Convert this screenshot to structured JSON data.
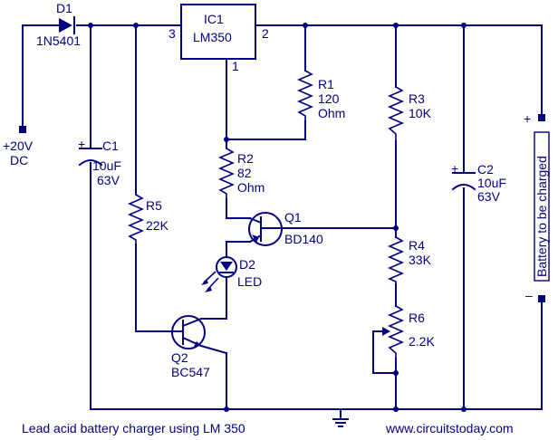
{
  "components": {
    "d1": {
      "ref": "D1",
      "part": "1N5401"
    },
    "ic1": {
      "ref": "IC1",
      "part": "LM350",
      "pin_in": "3",
      "pin_out": "2",
      "pin_adj": "1"
    },
    "input": {
      "voltage": "+20V",
      "type": "DC"
    },
    "c1": {
      "ref": "C1",
      "value": "10uF",
      "voltage": "63V",
      "polarity": "+"
    },
    "r1": {
      "ref": "R1",
      "value": "120",
      "unit": "Ohm"
    },
    "r2": {
      "ref": "R2",
      "value": "82",
      "unit": "Ohm"
    },
    "r3": {
      "ref": "R3",
      "value": "10K"
    },
    "r4": {
      "ref": "R4",
      "value": "33K"
    },
    "r5": {
      "ref": "R5",
      "value": "22K"
    },
    "r6": {
      "ref": "R6",
      "value": "2.2K"
    },
    "q1": {
      "ref": "Q1",
      "part": "BD140"
    },
    "q2": {
      "ref": "Q2",
      "part": "BC547"
    },
    "d2": {
      "ref": "D2",
      "part": "LED"
    },
    "c2": {
      "ref": "C2",
      "value": "10uF",
      "voltage": "63V",
      "polarity": "+"
    },
    "battery": {
      "label": "Battery to be charged",
      "plus": "+",
      "minus": "–"
    }
  },
  "caption": "Lead acid battery charger using LM 350",
  "website": "www.circuitstoday.com"
}
